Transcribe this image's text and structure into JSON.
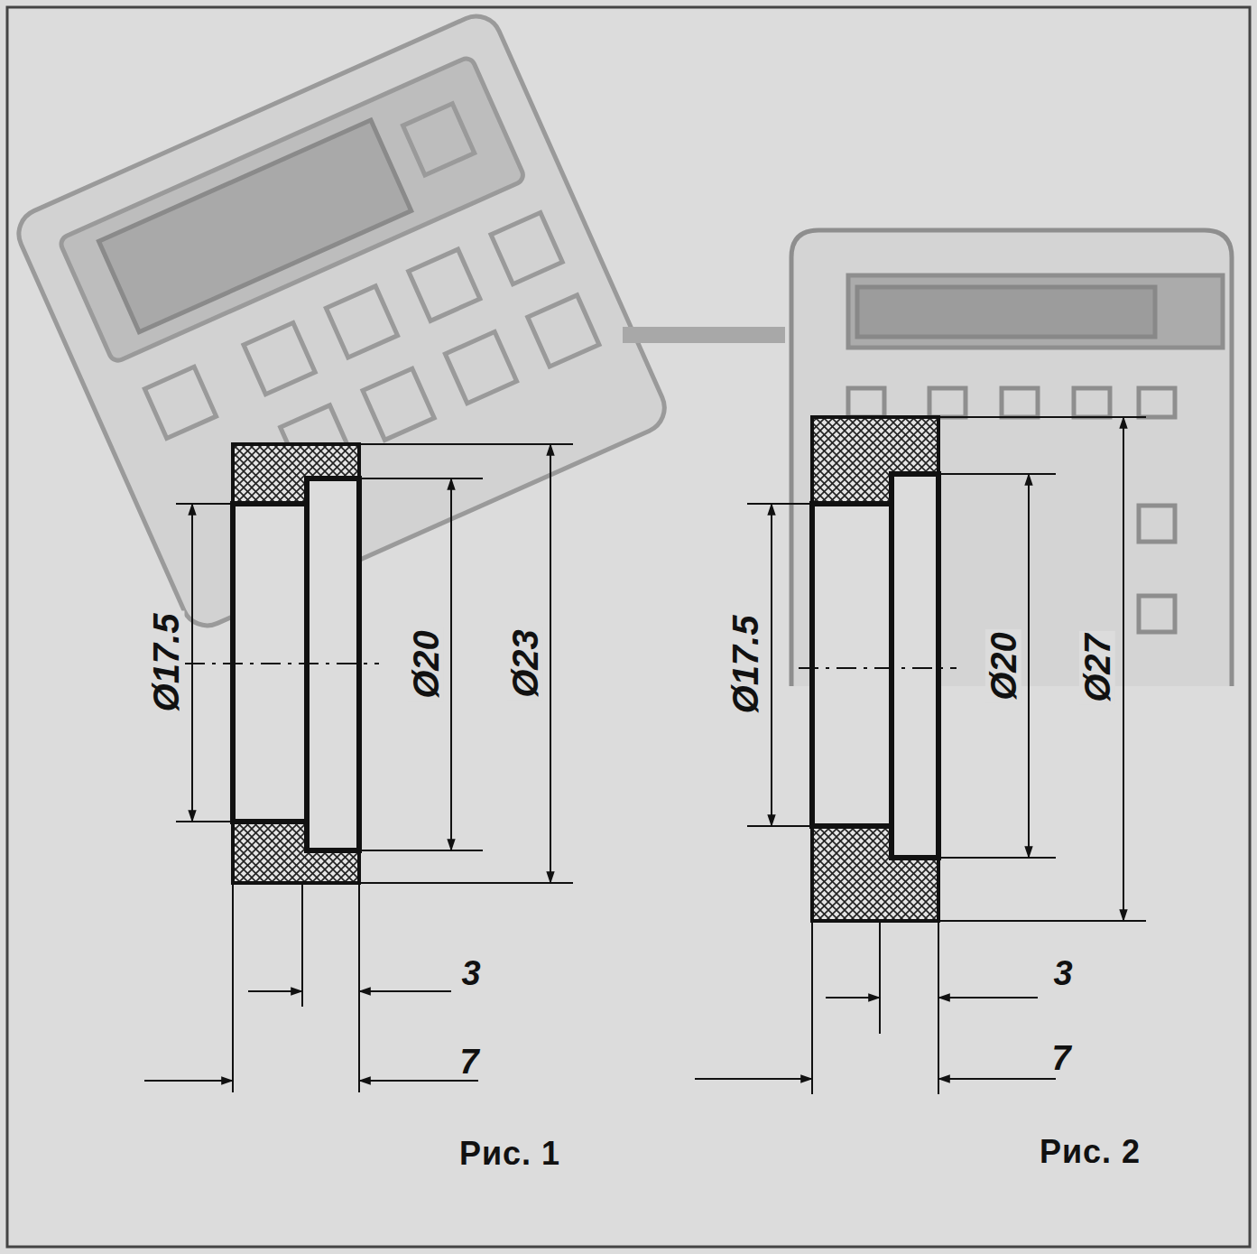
{
  "diagram": {
    "labels": [
      "Ø17.5",
      "Ø20",
      "Ø23",
      "3",
      "7",
      "Рис. 1",
      "Ø17.5",
      "Ø20",
      "Ø27",
      "3",
      "7",
      "Рис. 2"
    ]
  }
}
